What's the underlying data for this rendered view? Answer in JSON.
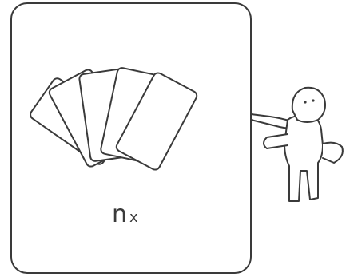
{
  "label": {
    "main": "n",
    "sub": "x"
  },
  "colors": {
    "stroke": "#3a3a3a",
    "fill": "#ffffff",
    "background": "#ffffff"
  },
  "icons": {
    "cards": "fanned-playing-cards",
    "figure": "person-pointing"
  },
  "cards": {
    "count": 5
  }
}
